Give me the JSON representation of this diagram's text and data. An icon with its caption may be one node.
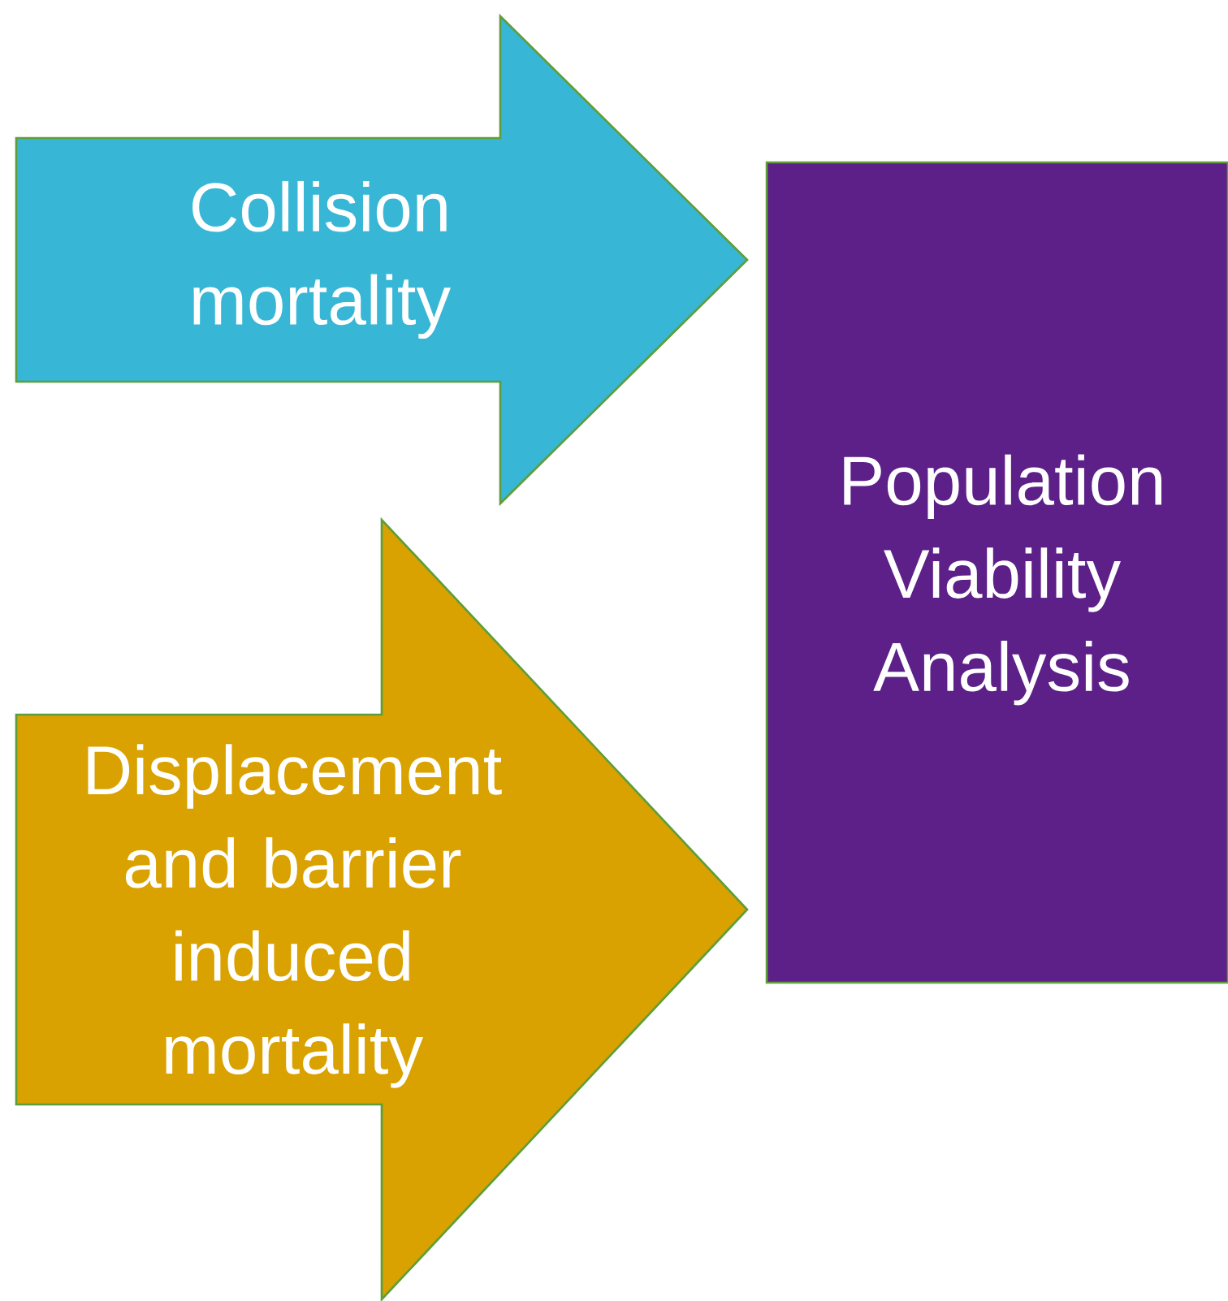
{
  "diagram": {
    "nodes": [
      {
        "text": [
          "Collision mortality"
        ]
      },
      {
        "text": [
          "Displacement and barrier induced mortality"
        ]
      },
      {
        "text": [
          "Population Viability Analysis"
        ]
      }
    ]
  }
}
